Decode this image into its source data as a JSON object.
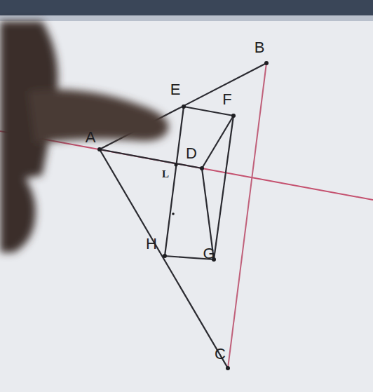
{
  "diagram": {
    "labels": [
      "B",
      "E",
      "F",
      "A",
      "D",
      "L",
      "H",
      "G",
      "C"
    ]
  }
}
